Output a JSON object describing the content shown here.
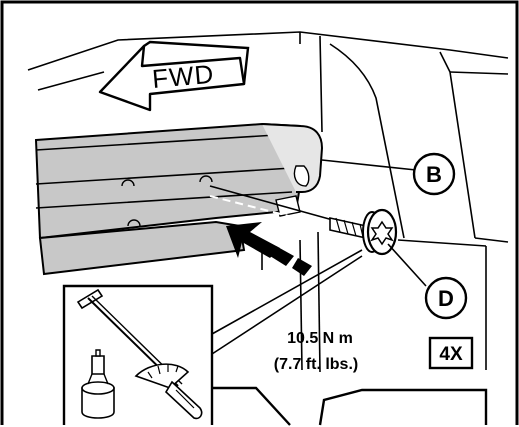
{
  "labels": {
    "direction": "FWD",
    "callout_b": "B",
    "callout_d": "D",
    "torque_metric": "10.5 N m",
    "torque_imperial": "(7.7 ft. lbs.)",
    "quantity": "4X"
  },
  "icons": {
    "direction_arrow": "left-arrow-icon",
    "fastener": "torx-bolt-icon",
    "tool": "torque-wrench-icon",
    "socket": "socket-bit-icon",
    "motion": "dashed-insert-arrow-icon"
  },
  "colors": {
    "line": "#000000",
    "trim_fill": "#c8c8c8",
    "background": "#ffffff"
  }
}
